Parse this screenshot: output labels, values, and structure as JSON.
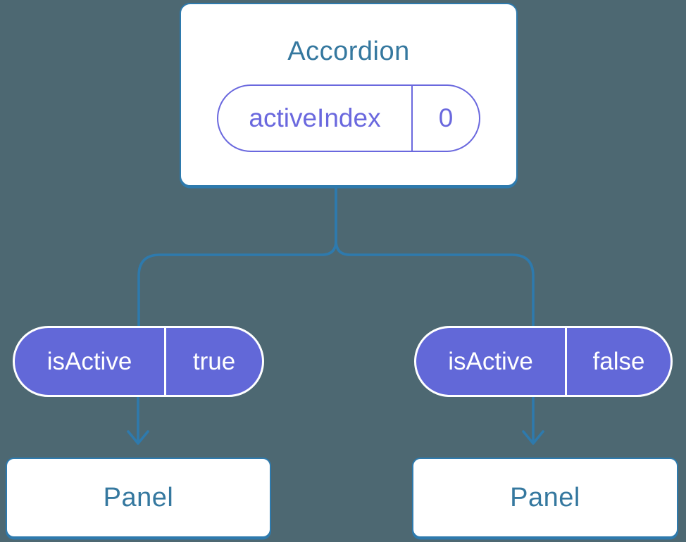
{
  "canvas": {
    "background": "#4d6872",
    "connector_color": "#2e7aad"
  },
  "colors": {
    "card_background": "#ffffff",
    "card_border_blue": "#2e7aad",
    "component_title_blue": "#35789f",
    "state_purple_outline": "#6a68de",
    "prop_pill_fill_purple": "#6268d8",
    "prop_pill_text": "#ffffff"
  },
  "tree": {
    "root": {
      "title": "Accordion",
      "state": {
        "name": "activeIndex",
        "value": "0"
      }
    },
    "children": [
      {
        "prop": {
          "name": "isActive",
          "value": "true"
        },
        "title": "Panel"
      },
      {
        "prop": {
          "name": "isActive",
          "value": "false"
        },
        "title": "Panel"
      }
    ]
  }
}
